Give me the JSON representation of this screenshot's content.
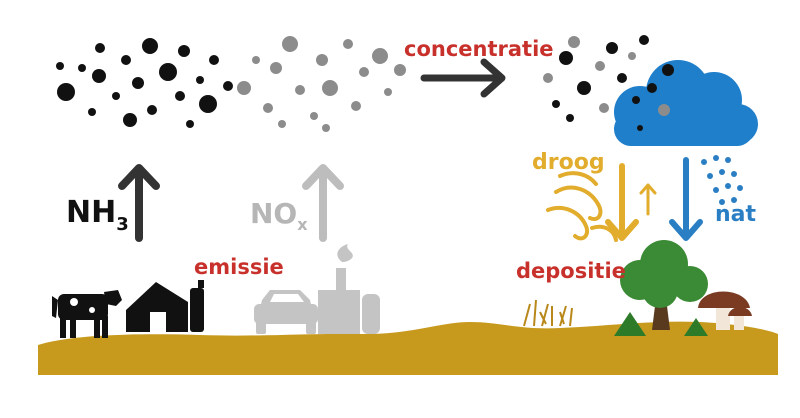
{
  "labels": {
    "nh3_main": "NH",
    "nh3_sub": "3",
    "nox_main": "NO",
    "nox_sub": "x",
    "emissie": "emissie",
    "concentratie": "concentratie",
    "depositie": "depositie",
    "droog": "droog",
    "nat": "nat"
  },
  "colors": {
    "nh3": "#222222",
    "nox": "#b6b6b6",
    "label_red": "#c8312b",
    "dry_deposition": "#e2ad2d",
    "wet_deposition": "#2a7fc4",
    "cloud": "#1f7fcb",
    "ground": "#c79a1e",
    "tree": "#3b8a35",
    "mushroom": "#7a3b22"
  },
  "icons": [
    "cow-icon",
    "barn-icon",
    "car-icon",
    "factory-icon",
    "cloud-icon",
    "tree-icon",
    "mushroom-icon",
    "grass-icon",
    "wind-icon"
  ]
}
